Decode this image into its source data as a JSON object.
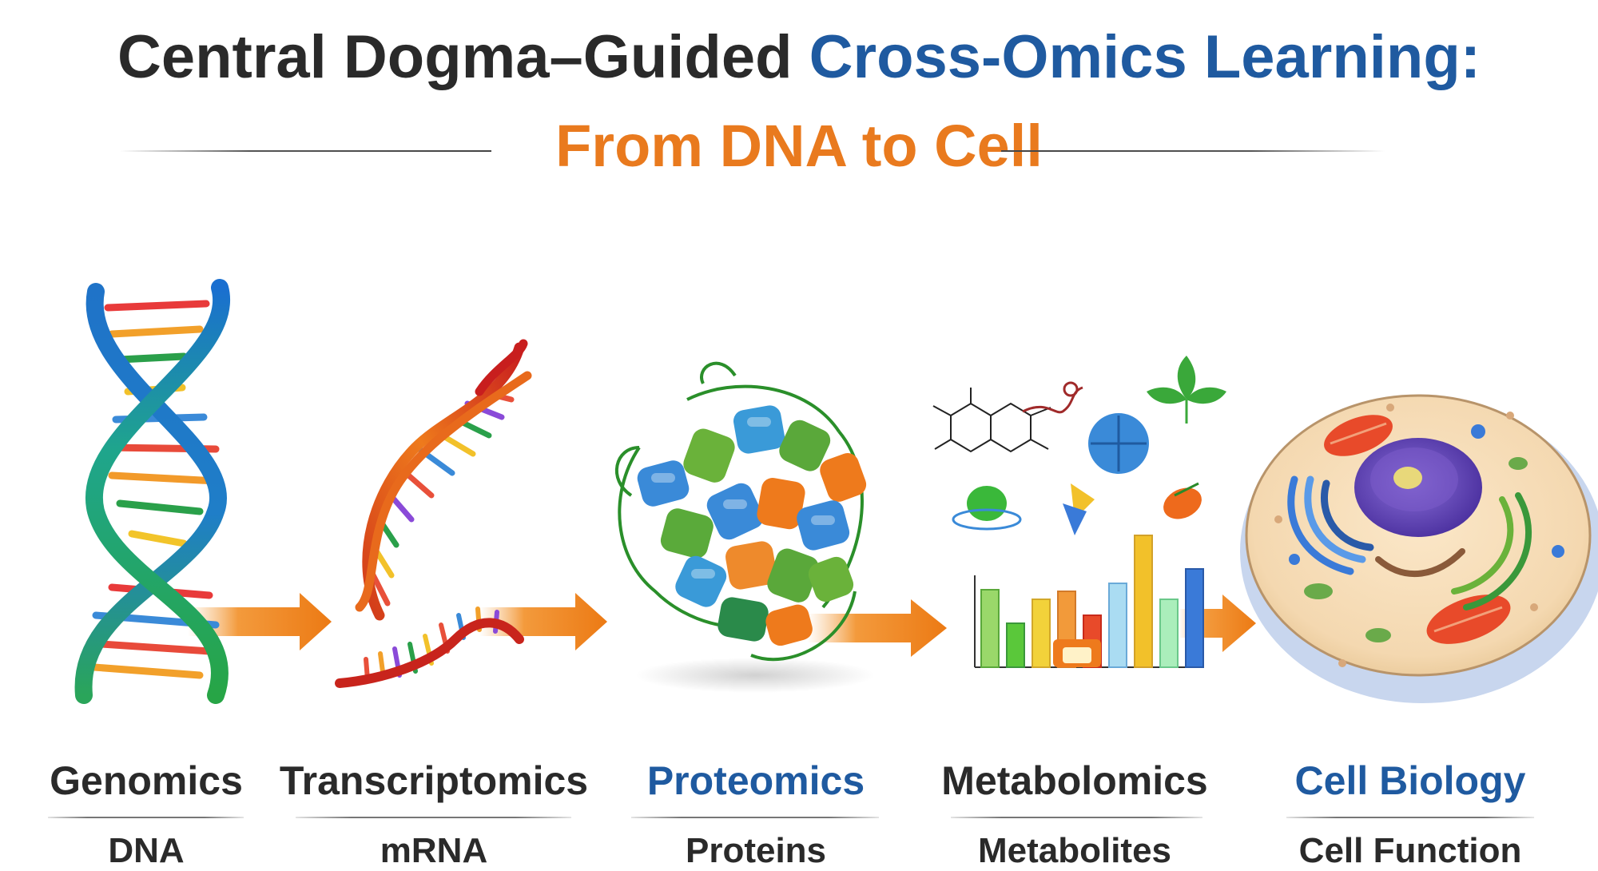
{
  "title": {
    "part1": "Central Dogma–Guided",
    "part2": "Cross-Omics Learning:",
    "subtitle": "From DNA to Cell"
  },
  "colors": {
    "dark_text": "#2a2a2a",
    "blue_text": "#1f5aa0",
    "orange_accent": "#e97a1e"
  },
  "stages": [
    {
      "name": "Genomics",
      "molecule": "DNA",
      "color": "#2a2a2a",
      "icon": "dna-double-helix-icon"
    },
    {
      "name": "Transcriptomics",
      "molecule": "mRNA",
      "color": "#2a2a2a",
      "icon": "mrna-strand-icon"
    },
    {
      "name": "Proteomics",
      "molecule": "Proteins",
      "color": "#1f5aa0",
      "icon": "protein-fold-icon"
    },
    {
      "name": "Metabolomics",
      "molecule": "Metabolites",
      "color": "#2a2a2a",
      "icon": "metabolites-icon"
    },
    {
      "name": "Cell Biology",
      "molecule": "Cell Function",
      "color": "#1f5aa0",
      "icon": "cell-icon"
    }
  ]
}
